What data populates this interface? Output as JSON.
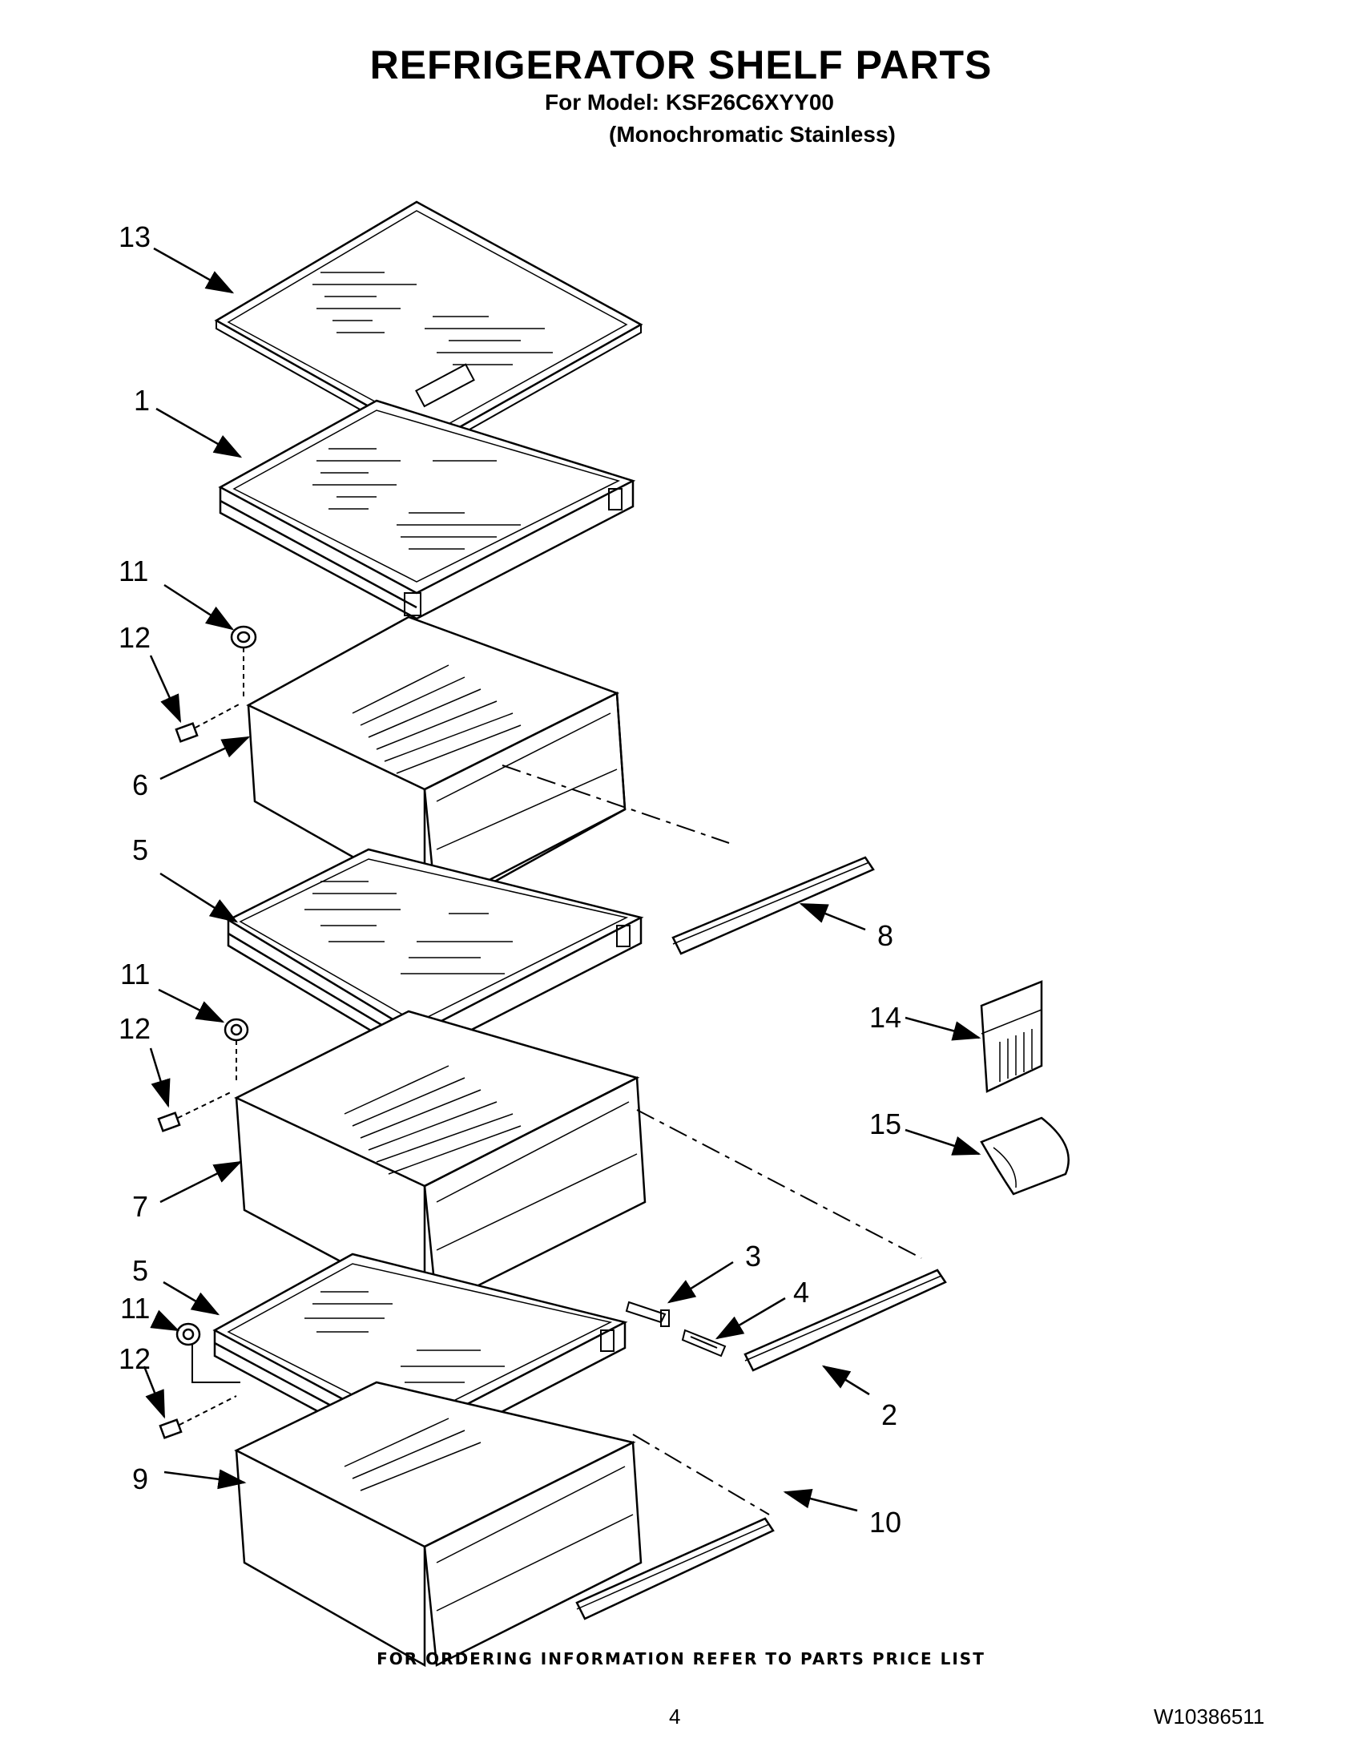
{
  "header": {
    "title": "REFRIGERATOR SHELF PARTS",
    "model_line": "For Model: KSF26C6XYY00",
    "variant_line": "(Monochromatic Stainless)"
  },
  "callouts": {
    "c13": "13",
    "c1": "1",
    "c11a": "11",
    "c12a": "12",
    "c6": "6",
    "c5a": "5",
    "c8": "8",
    "c11b": "11",
    "c12b": "12",
    "c14": "14",
    "c15": "15",
    "c7": "7",
    "c3": "3",
    "c4": "4",
    "c5b": "5",
    "c11c": "11",
    "c12c": "12",
    "c2": "2",
    "c9": "9",
    "c10": "10"
  },
  "footer": {
    "note": "FOR ORDERING INFORMATION REFER TO PARTS PRICE LIST",
    "page_number": "4",
    "doc_number": "W10386511"
  }
}
